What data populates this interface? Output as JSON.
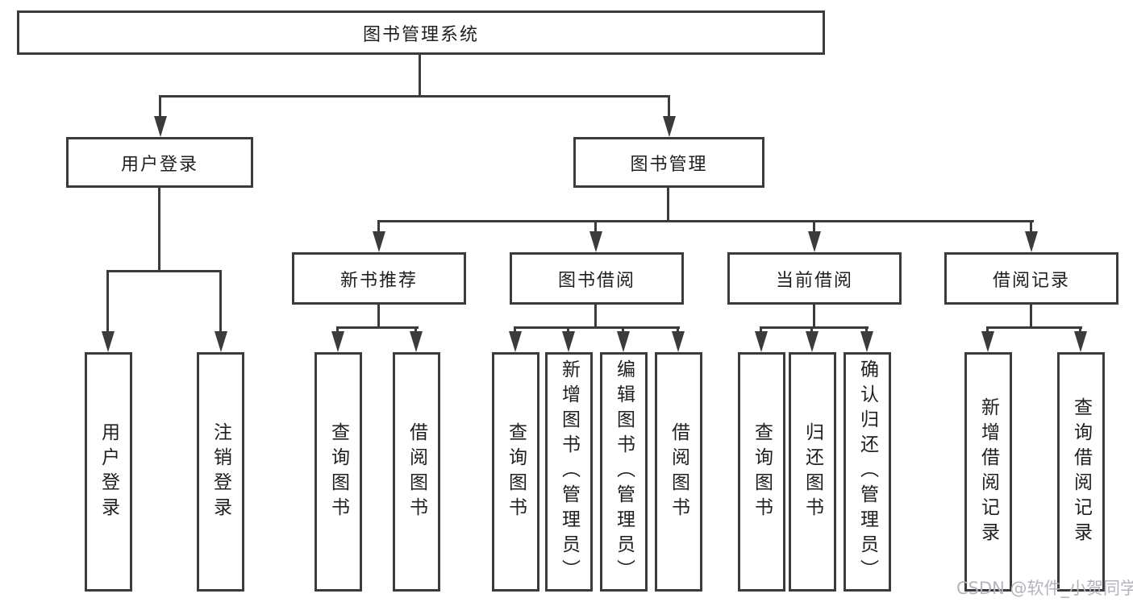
{
  "title": "图书管理系统",
  "colors": {
    "line": "#3b3b3b",
    "text": "#1f1f1f",
    "background": "#ffffff",
    "watermark": "#b4b5bc"
  },
  "tree": {
    "root": {
      "label": "图书管理系统"
    },
    "branches": [
      {
        "label": "用户登录",
        "children": [
          {
            "label": "用户登录"
          },
          {
            "label": "注销登录"
          }
        ]
      },
      {
        "label": "图书管理",
        "children": [
          {
            "label": "新书推荐",
            "children": [
              {
                "label": "查询图书"
              },
              {
                "label": "借阅图书"
              }
            ]
          },
          {
            "label": "图书借阅",
            "children": [
              {
                "label": "查询图书"
              },
              {
                "label": "新增图书（管理员）"
              },
              {
                "label": "编辑图书（管理员）"
              },
              {
                "label": "借阅图书"
              }
            ]
          },
          {
            "label": "当前借阅",
            "children": [
              {
                "label": "查询图书"
              },
              {
                "label": "归还图书"
              },
              {
                "label": "确认归还（管理员）"
              }
            ]
          },
          {
            "label": "借阅记录",
            "children": [
              {
                "label": "新增借阅记录"
              },
              {
                "label": "查询借阅记录"
              }
            ]
          }
        ]
      }
    ]
  },
  "watermark": "CSDN @软件_小贺同学"
}
